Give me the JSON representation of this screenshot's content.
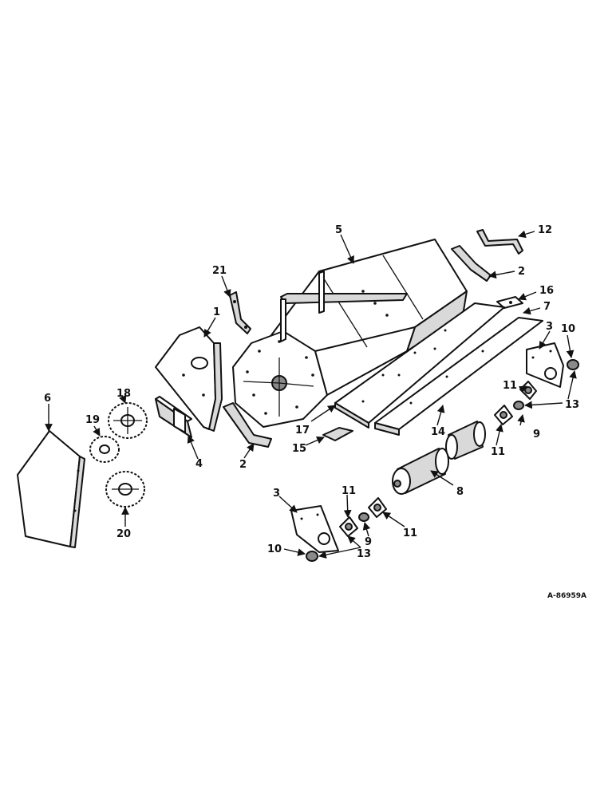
{
  "drawing_number": "A-86959A",
  "callouts": {
    "c1": "1",
    "c2a": "2",
    "c2b": "2",
    "c3a": "3",
    "c3b": "3",
    "c4": "4",
    "c5": "5",
    "c6": "6",
    "c7": "7",
    "c8": "8",
    "c9a": "9",
    "c9b": "9",
    "c10a": "10",
    "c10b": "10",
    "c11a": "11",
    "c11b": "11",
    "c11c": "11",
    "c11d": "11",
    "c12": "12",
    "c13a": "13",
    "c13b": "13",
    "c14": "14",
    "c15": "15",
    "c16": "16",
    "c17": "17",
    "c18": "18",
    "c19": "19",
    "c20": "20",
    "c21": "21"
  }
}
